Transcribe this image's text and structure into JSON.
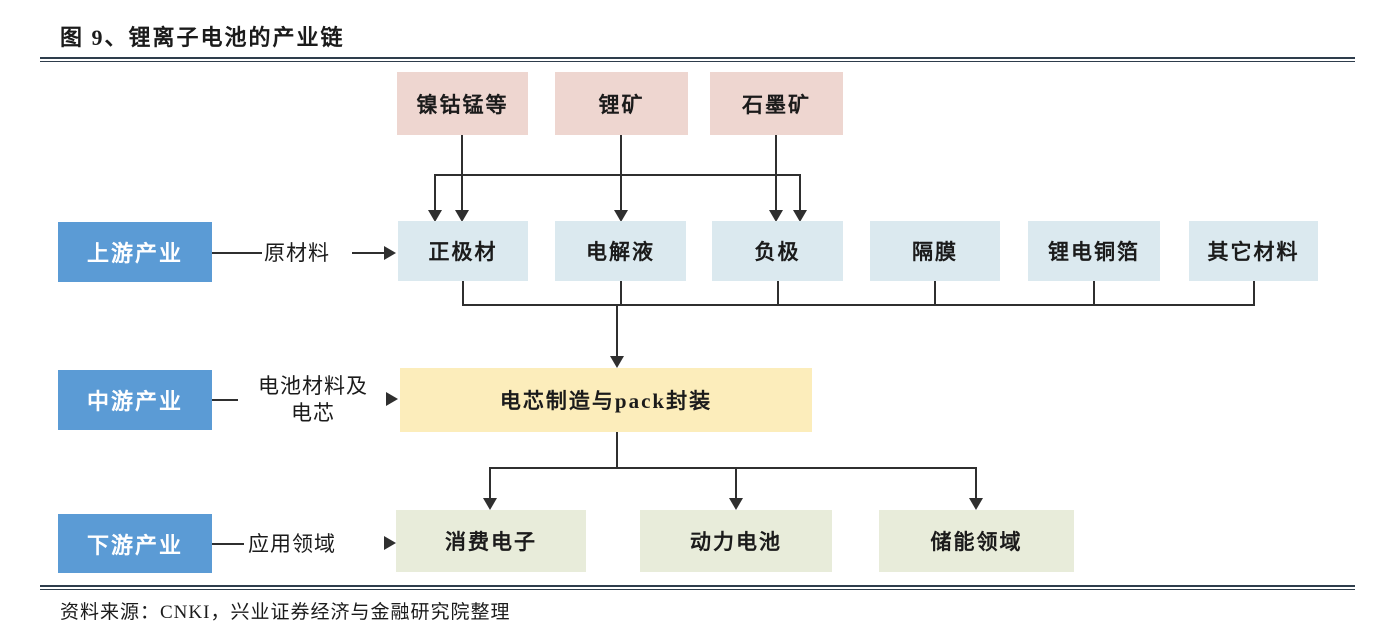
{
  "figure": {
    "title": "图 9、锂离子电池的产业链",
    "source": "资料来源：CNKI，兴业证券经济与金融研究院整理"
  },
  "colors": {
    "stage-blue": "#5b9bd5",
    "pink": "#eed6d0",
    "light-blue": "#dbe9ef",
    "yellow": "#fcedbb",
    "green": "#e8ecda",
    "line": "#2f2f2f",
    "rule": "#2e3d4c",
    "text": "#1b1b1b"
  },
  "raw_materials": {
    "nickel_cobalt_manganese": "镍钴锰等",
    "lithium_ore": "锂矿",
    "graphite_ore": "石墨矿"
  },
  "upstream": {
    "stage": "上游产业",
    "connector": "原材料",
    "items": [
      "正极材",
      "电解液",
      "负极",
      "隔膜",
      "锂电铜箔",
      "其它材料"
    ]
  },
  "midstream": {
    "stage": "中游产业",
    "connector_line1": "电池材料及",
    "connector_line2": "电芯",
    "items": [
      "电芯制造与pack封装"
    ]
  },
  "downstream": {
    "stage": "下游产业",
    "connector": "应用领域",
    "items": [
      "消费电子",
      "动力电池",
      "储能领域"
    ]
  }
}
